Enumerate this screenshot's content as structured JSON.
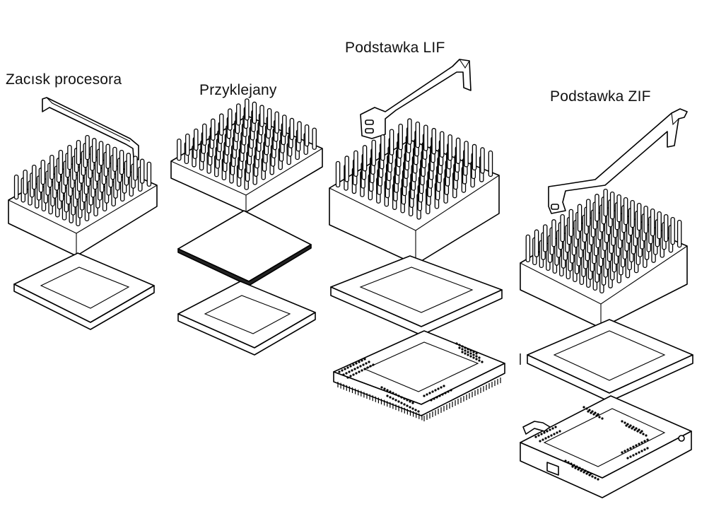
{
  "labels": {
    "clip": "Zacısk procesora",
    "glued": "Przyklejany",
    "lif": "Podstawka LIF",
    "zif": "Podstawka ZIF"
  },
  "colors": {
    "line": "#000000",
    "paper": "#ffffff",
    "text": "#111111"
  }
}
